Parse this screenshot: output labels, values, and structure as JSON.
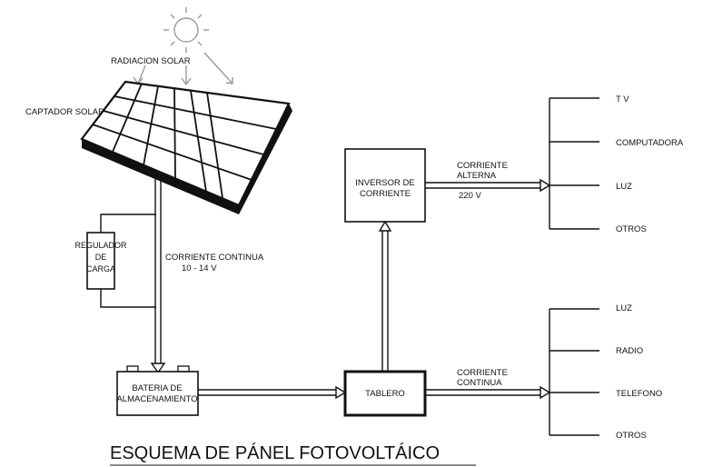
{
  "radiation_label": "RADIACION SOLAR",
  "collector_label": "CAPTADOR SOLAR",
  "regulator_label": [
    "REGULADOR",
    "DE",
    "CARGA"
  ],
  "dc_label": [
    "CORRIENTE CONTINUA",
    "10 - 14 V"
  ],
  "battery_label": [
    "BATERIA DE",
    "ALMACENAMIENTO"
  ],
  "board_label": "TABLERO",
  "inverter_label": [
    "INVERSOR DE",
    "CORRIENTE"
  ],
  "ac_label": [
    "CORRIENTE",
    "ALTERNA",
    "220 V"
  ],
  "dc_out_label": [
    "CORRIENTE",
    "CONTINUA"
  ],
  "ac_loads": [
    "T V",
    "COMPUTADORA",
    "LUZ",
    "OTROS"
  ],
  "dc_loads": [
    "LUZ",
    "RADIO",
    "TELEFONO",
    "OTROS"
  ],
  "title": "ESQUEMA DE PÁNEL FOTOVOLTÁICO"
}
